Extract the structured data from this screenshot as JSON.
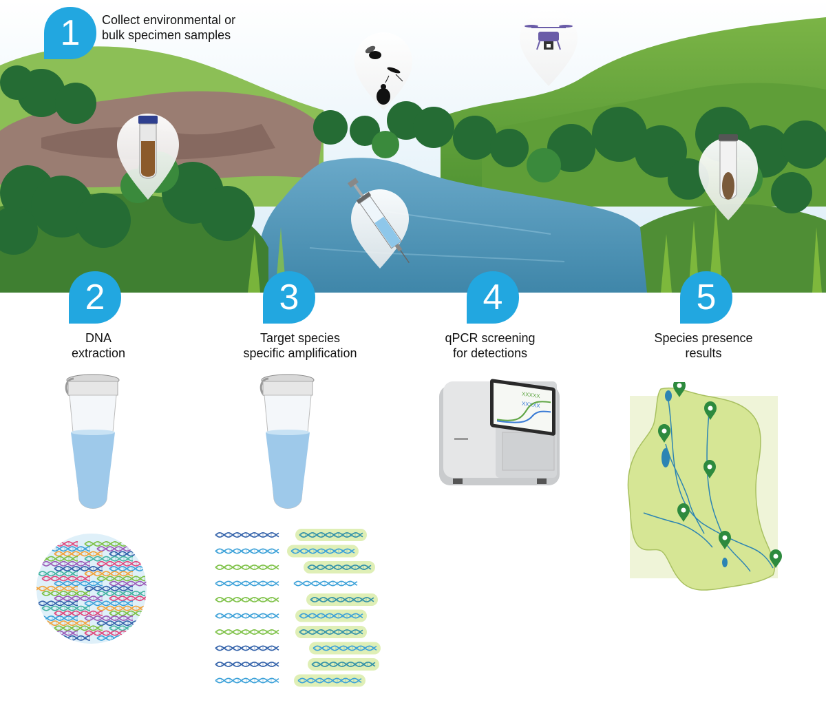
{
  "colors": {
    "badge": "#22a7e0",
    "sky": "#e9f4fb",
    "river": "#4a93b6",
    "forest": "#2f7a3a",
    "hill": "#6fae3f",
    "map_fill": "#d8e89a",
    "map_pin": "#2d8a3e",
    "dna_glow": "#c5e27a"
  },
  "steps": [
    {
      "number": "1",
      "label": "Collect environmental or bulk specimen samples",
      "line1": "Collect environmental or",
      "line2": "bulk specimen samples"
    },
    {
      "number": "2",
      "line1": "DNA",
      "line2": "extraction"
    },
    {
      "number": "3",
      "line1": "Target species",
      "line2": "specific amplification"
    },
    {
      "number": "4",
      "line1": "qPCR screening",
      "line2": "for detections"
    },
    {
      "number": "5",
      "line1": "Species presence",
      "line2": "results"
    }
  ],
  "icons": [
    "soil-tube-icon",
    "insects-icon",
    "drone-icon",
    "syringe-icon",
    "sediment-tube-icon",
    "microtube-icon",
    "dna-strand-icon",
    "qpcr-machine-icon",
    "map-pin-icon"
  ],
  "qpcr_screen_text": "XXXXX"
}
